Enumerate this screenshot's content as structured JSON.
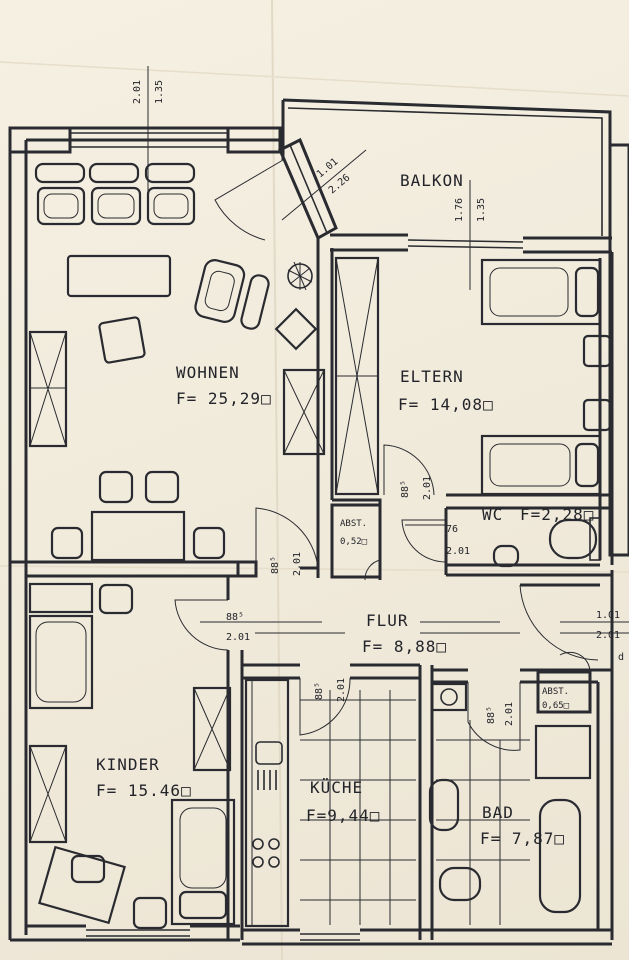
{
  "rooms": {
    "wohnen": {
      "name": "WOHNEN",
      "area": "F= 25,29□"
    },
    "eltern": {
      "name": "ELTERN",
      "area": "F= 14,08□"
    },
    "balkon": {
      "name": "BALKON"
    },
    "flur": {
      "name": "FLUR",
      "area": "F= 8,88□"
    },
    "kinder": {
      "name": "KINDER",
      "area": "F= 15.46□"
    },
    "kueche": {
      "name": "KÜCHE",
      "area": "F=9,44□"
    },
    "bad": {
      "name": "BAD",
      "area": "F= 7,87□"
    },
    "wc": {
      "name": "WC",
      "area": "F=2,28□"
    },
    "abst1": {
      "name": "ABST.",
      "area": "0,52□"
    },
    "abst2": {
      "name": "ABST.",
      "area": "0,65□"
    }
  },
  "dimensions": {
    "top_window_a": "2.01",
    "top_window_b": "1.35",
    "balcony_door_a": "1.01",
    "balcony_door_b": "2.26",
    "balcony_window_a": "1.76",
    "balcony_window_b": "1.35",
    "wc_door_a": "88⁵",
    "wc_door_b": "2.01",
    "wc_inner_a": "76",
    "wc_inner_b": "2.01",
    "wohnen_door_a": "88⁵",
    "wohnen_door_b": "2.01",
    "kinder_door_a": "88⁵",
    "kinder_door_b": "2.01",
    "entry_a": "1.01",
    "entry_b": "2.01",
    "entry_c": "d",
    "kueche_door_a": "88⁵",
    "kueche_door_b": "2.01",
    "bad_door_a": "88⁵",
    "bad_door_b": "2.01"
  }
}
